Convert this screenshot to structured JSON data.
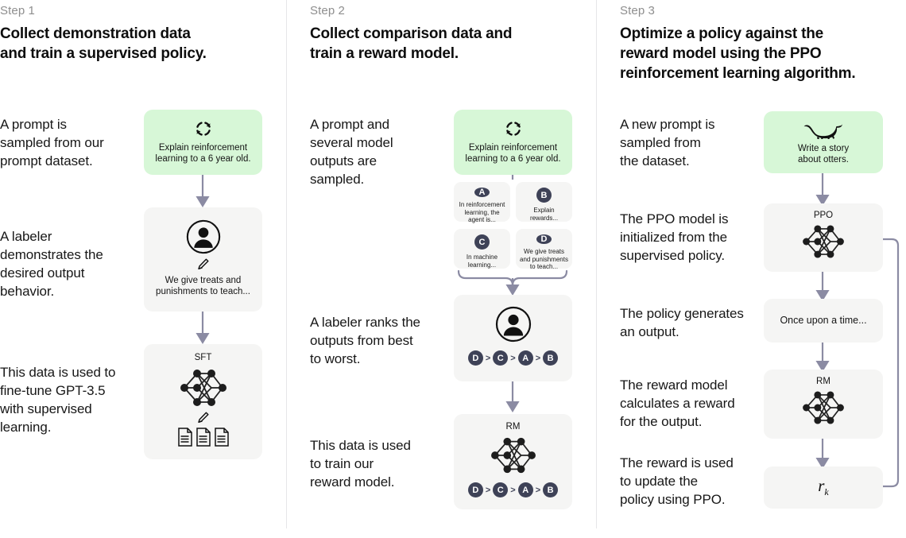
{
  "columns": [
    {
      "step_label": "Step 1",
      "title_line1": "Collect demonstration data",
      "title_line2": "and train a supervised policy.",
      "desc1": "A prompt is\nsampled from our\nprompt dataset.",
      "desc2": "A labeler\ndemonstrates the\ndesired output\nbehavior.",
      "desc3": "This data is used to\nfine-tune GPT-3.5\nwith supervised\nlearning.",
      "prompt_box": {
        "icon": "refresh-loop-icon",
        "line1": "Explain reinforcement",
        "line2": "learning to a 6 year old."
      },
      "labeler_box": {
        "icon": "person-circle-icon",
        "pencil": "pencil-icon",
        "line1": "We give treats and",
        "line2": "punishments to teach..."
      },
      "sft_box": {
        "title": "SFT",
        "icon": "neural-network-icon",
        "pencil": "pencil-icon",
        "docs": "documents-icon"
      }
    },
    {
      "step_label": "Step 2",
      "title_line1": "Collect comparison data and",
      "title_line2": "train a reward model.",
      "desc1": "A prompt and\nseveral model\noutputs are\nsampled.",
      "desc2": "A labeler ranks the\noutputs from best\nto worst.",
      "desc3": "This data is used\nto train our\nreward model.",
      "prompt_box": {
        "icon": "refresh-loop-icon",
        "line1": "Explain reinforcement",
        "line2": "learning to a 6 year old."
      },
      "options": [
        {
          "badge": "A",
          "text": "In reinforcement learning, the agent is..."
        },
        {
          "badge": "B",
          "text": "Explain rewards..."
        },
        {
          "badge": "C",
          "text": "In machine learning..."
        },
        {
          "badge": "D",
          "text": "We give treats and punishments to teach..."
        }
      ],
      "rank_box": {
        "icon": "person-circle-icon",
        "ranking": [
          "D",
          "C",
          "A",
          "B"
        ],
        "separator": ">"
      },
      "rm_box": {
        "title": "RM",
        "icon": "neural-network-icon",
        "ranking": [
          "D",
          "C",
          "A",
          "B"
        ],
        "separator": ">"
      }
    },
    {
      "step_label": "Step 3",
      "title_line1": "Optimize a policy against the",
      "title_line2": "reward model using the PPO",
      "title_line3": "reinforcement learning algorithm.",
      "desc1": "A new prompt is\nsampled from\nthe dataset.",
      "desc2": "The PPO model is\ninitialized from the\nsupervised policy.",
      "desc3": "The policy generates\nan output.",
      "desc4": "The reward model\ncalculates a reward\nfor the output.",
      "desc5": "The reward is used\nto update the\npolicy using PPO.",
      "prompt_box": {
        "icon": "otter-icon",
        "line1": "Write a story",
        "line2": "about otters."
      },
      "ppo_box": {
        "title": "PPO",
        "icon": "neural-network-icon"
      },
      "output_box": {
        "text": "Once upon a time..."
      },
      "rm_box": {
        "title": "RM",
        "icon": "neural-network-icon"
      },
      "reward_box": {
        "symbol": "r",
        "subscript": "k"
      }
    }
  ],
  "colors": {
    "prompt_green": "#d7f7d7",
    "box_gray": "#f5f5f4",
    "badge_navy": "#3e4257",
    "arrow_gray": "#8b8ba3",
    "divider": "#e6e6e8",
    "step_label": "#8e8e8e",
    "text": "#0d0d0d"
  }
}
